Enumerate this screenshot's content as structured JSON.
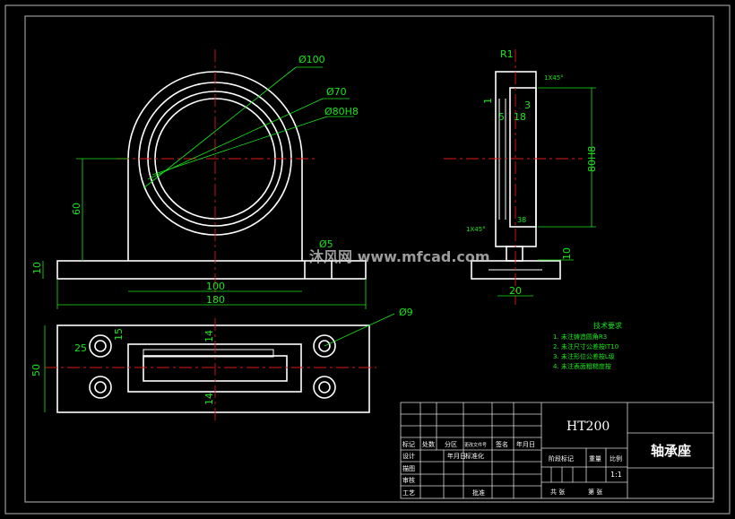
{
  "drawing": {
    "dimensions": {
      "d100": "Ø100",
      "d70": "Ø70",
      "d80": "Ø80H8",
      "h60": "60",
      "h10": "10",
      "w100": "100",
      "w180": "180",
      "d9": "Ø9",
      "t25": "25",
      "t15": "15",
      "t50": "50",
      "t14a": "14",
      "t14b": "14",
      "r1": "R1",
      "ch1": "1X45°",
      "ch2": "1X45°",
      "s3": "3",
      "s5": "5",
      "s18": "18",
      "s80": "80H8",
      "s10": "10",
      "s20": "20",
      "s38": "38",
      "s1": "1",
      "d5": "Ø5"
    },
    "tech_requirements": {
      "title": "技术要求",
      "items": [
        "1. 未注铸造圆角R3",
        "2. 未注尺寸公差按IT10",
        "3. 未注形位公差按L级",
        "4. 未注表面粗糙度按"
      ]
    },
    "title_block": {
      "material": "HT200",
      "part_name": "轴承座",
      "headers": [
        "标记",
        "处数",
        "分区",
        "更改文件号",
        "签名",
        "年月日"
      ],
      "design": "设计",
      "date1": "年月日",
      "standard": "标准化",
      "drafting": "描图",
      "review": "审核",
      "process": "工艺",
      "approve": "批准",
      "stage_mark": "阶段标记",
      "weight": "重量",
      "scale": "比例",
      "scale_value": "1:1",
      "total": "共 张",
      "sheet": "第 张"
    },
    "watermark": "沐风网 www.mfcad.com"
  }
}
